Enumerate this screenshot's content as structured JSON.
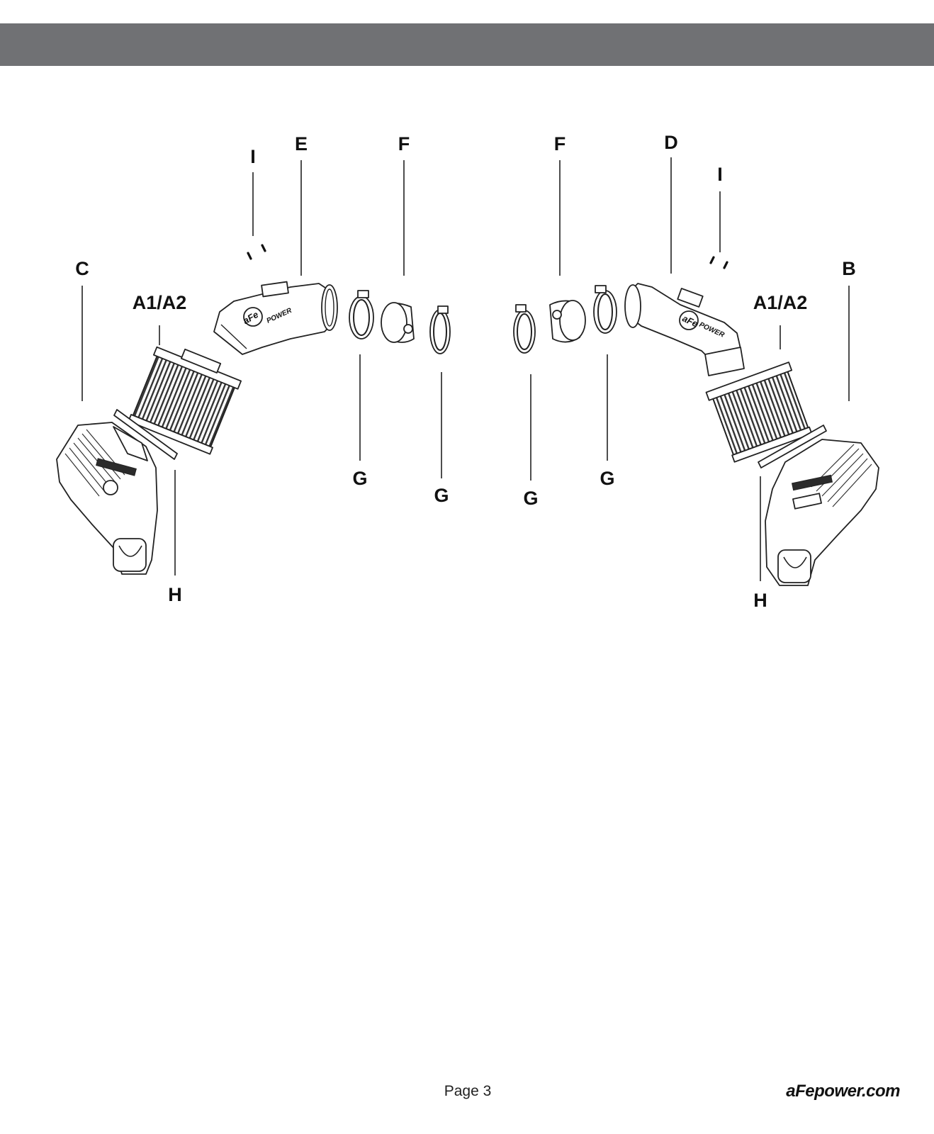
{
  "labels": {
    "I_left": "I",
    "E": "E",
    "F_left": "F",
    "F_right": "F",
    "D": "D",
    "I_right": "I",
    "C": "C",
    "B": "B",
    "A_left": "A1/A2",
    "A_right": "A1/A2",
    "G_1": "G",
    "G_2": "G",
    "G_3": "G",
    "G_4": "G",
    "H_left": "H",
    "H_right": "H"
  },
  "footer": {
    "page": "Page 3",
    "site": "aFepower.com"
  }
}
